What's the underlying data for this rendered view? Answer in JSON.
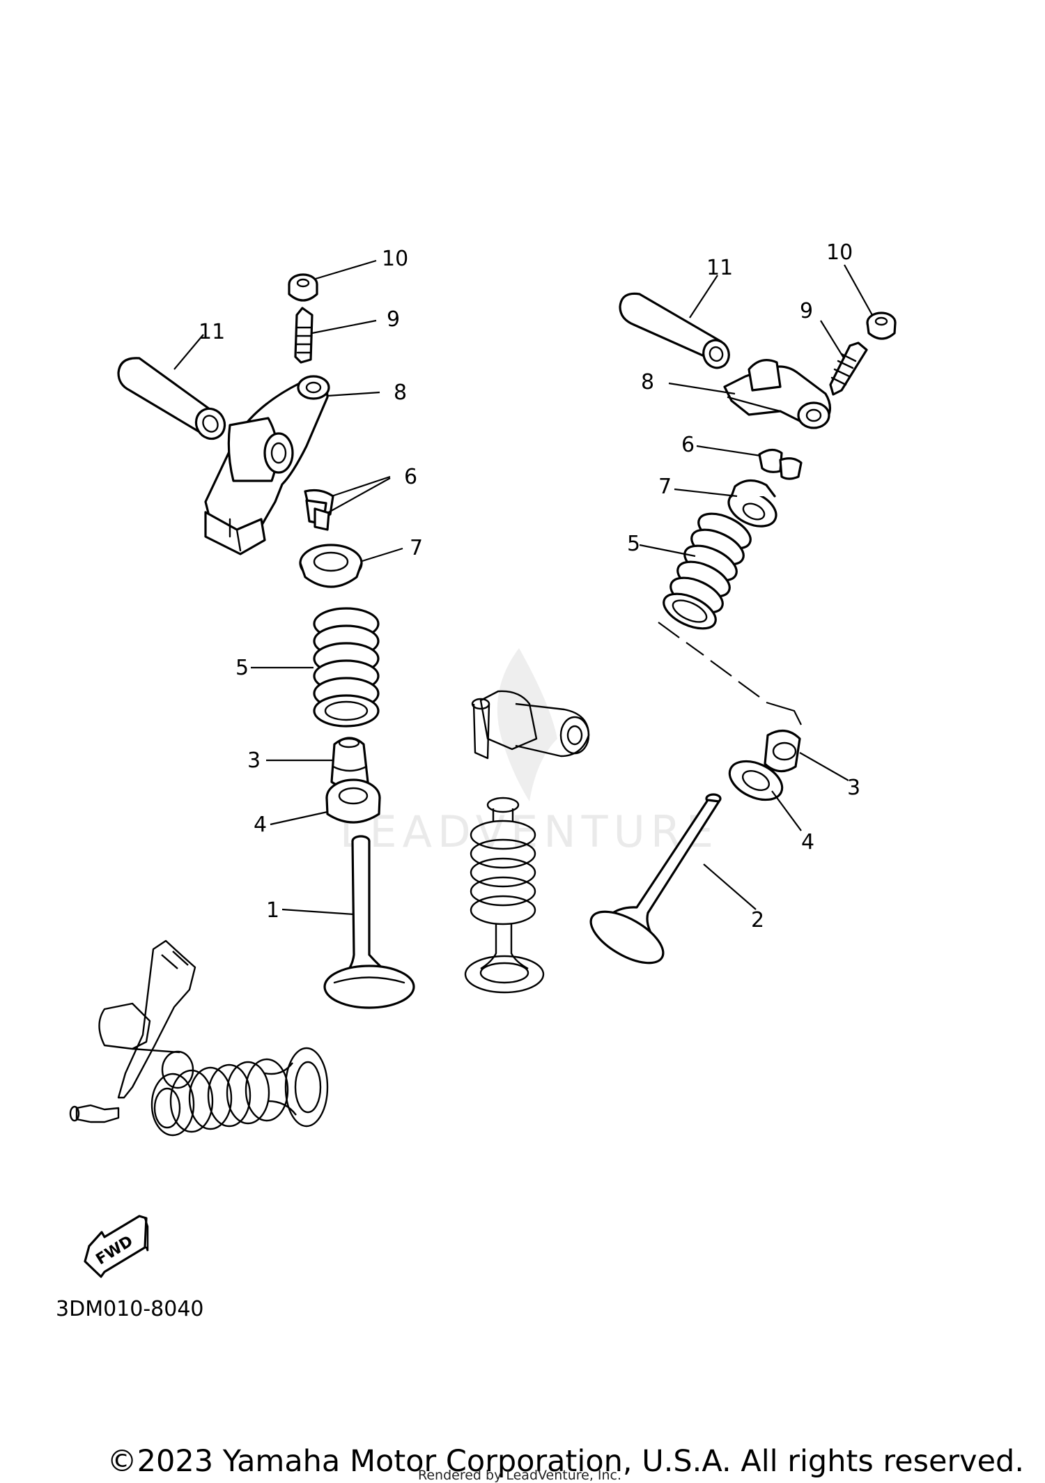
{
  "diagram": {
    "part_labels": {
      "left": [
        "10",
        "9",
        "11",
        "8",
        "6",
        "7",
        "5",
        "3",
        "4",
        "1"
      ],
      "right": [
        "11",
        "10",
        "9",
        "8",
        "6",
        "7",
        "5",
        "3",
        "4",
        "2"
      ]
    },
    "fwd_label": "FWD",
    "diagram_code": "3DM010-8040",
    "watermark": "LEADVENTURE"
  },
  "footer": {
    "copyright": "©2023 Yamaha Motor Corporation, U.S.A. All rights reserved.",
    "rendered_by": "Rendered by LeadVenture, Inc."
  }
}
